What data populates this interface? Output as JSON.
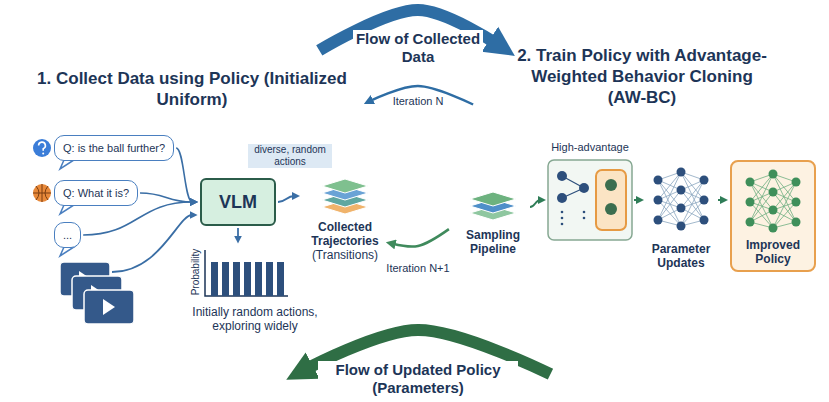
{
  "diagram": {
    "nodes": [
      {
        "text": [
          "1. Collect Data using Policy (Initialized Uniform)"
        ]
      },
      {
        "text": [
          "2. Train Policy with Advantage-Weighted Behavior Cloning (AW-BC)"
        ]
      },
      {
        "text": [
          "Q: is the ball further?"
        ],
        "in": 0
      },
      {
        "text": [
          "Q: What it is?"
        ],
        "in": 0
      },
      {
        "text": [
          "..."
        ],
        "in": 0
      },
      {
        "text": [
          "VLM"
        ],
        "in": 0
      },
      {
        "text": [
          "Collected Trajectories",
          "(Transitions)"
        ],
        "in": 0
      },
      {
        "text": [
          "Sampling Pipeline"
        ],
        "in": 1
      },
      {
        "text": [
          "High-advantage"
        ],
        "in": 1
      },
      {
        "text": [
          "Parameter Updates"
        ],
        "in": 1
      },
      {
        "text": [
          "Improved Policy"
        ],
        "in": 1
      }
    ],
    "edges": [
      {
        "from": 2,
        "to": 5,
        "arrow": "to"
      },
      {
        "from": 3,
        "to": 5,
        "arrow": "to"
      },
      {
        "from": 4,
        "to": 5,
        "arrow": "to"
      },
      {
        "from": 5,
        "to": 6,
        "label": "diverse, random actions",
        "arrow": "to"
      },
      {
        "from": 7,
        "to": 8,
        "arrow": "to"
      },
      {
        "from": 8,
        "to": 9,
        "arrow": "to"
      },
      {
        "from": 9,
        "to": 10,
        "arrow": "to"
      },
      {
        "from": 0,
        "to": 1,
        "label": "Flow of Collected Data",
        "arrow": "to"
      },
      {
        "from": 1,
        "to": 0,
        "label": "Iteration N",
        "arrow": "to"
      },
      {
        "from": 1,
        "to": 0,
        "label": "Iteration N+1",
        "arrow": "to"
      },
      {
        "from": 1,
        "to": 0,
        "label": "Flow of Updated Policy (Parameters)",
        "arrow": "to"
      }
    ],
    "labels": [
      "Probability",
      "Initially random actions, exploring widely"
    ]
  }
}
